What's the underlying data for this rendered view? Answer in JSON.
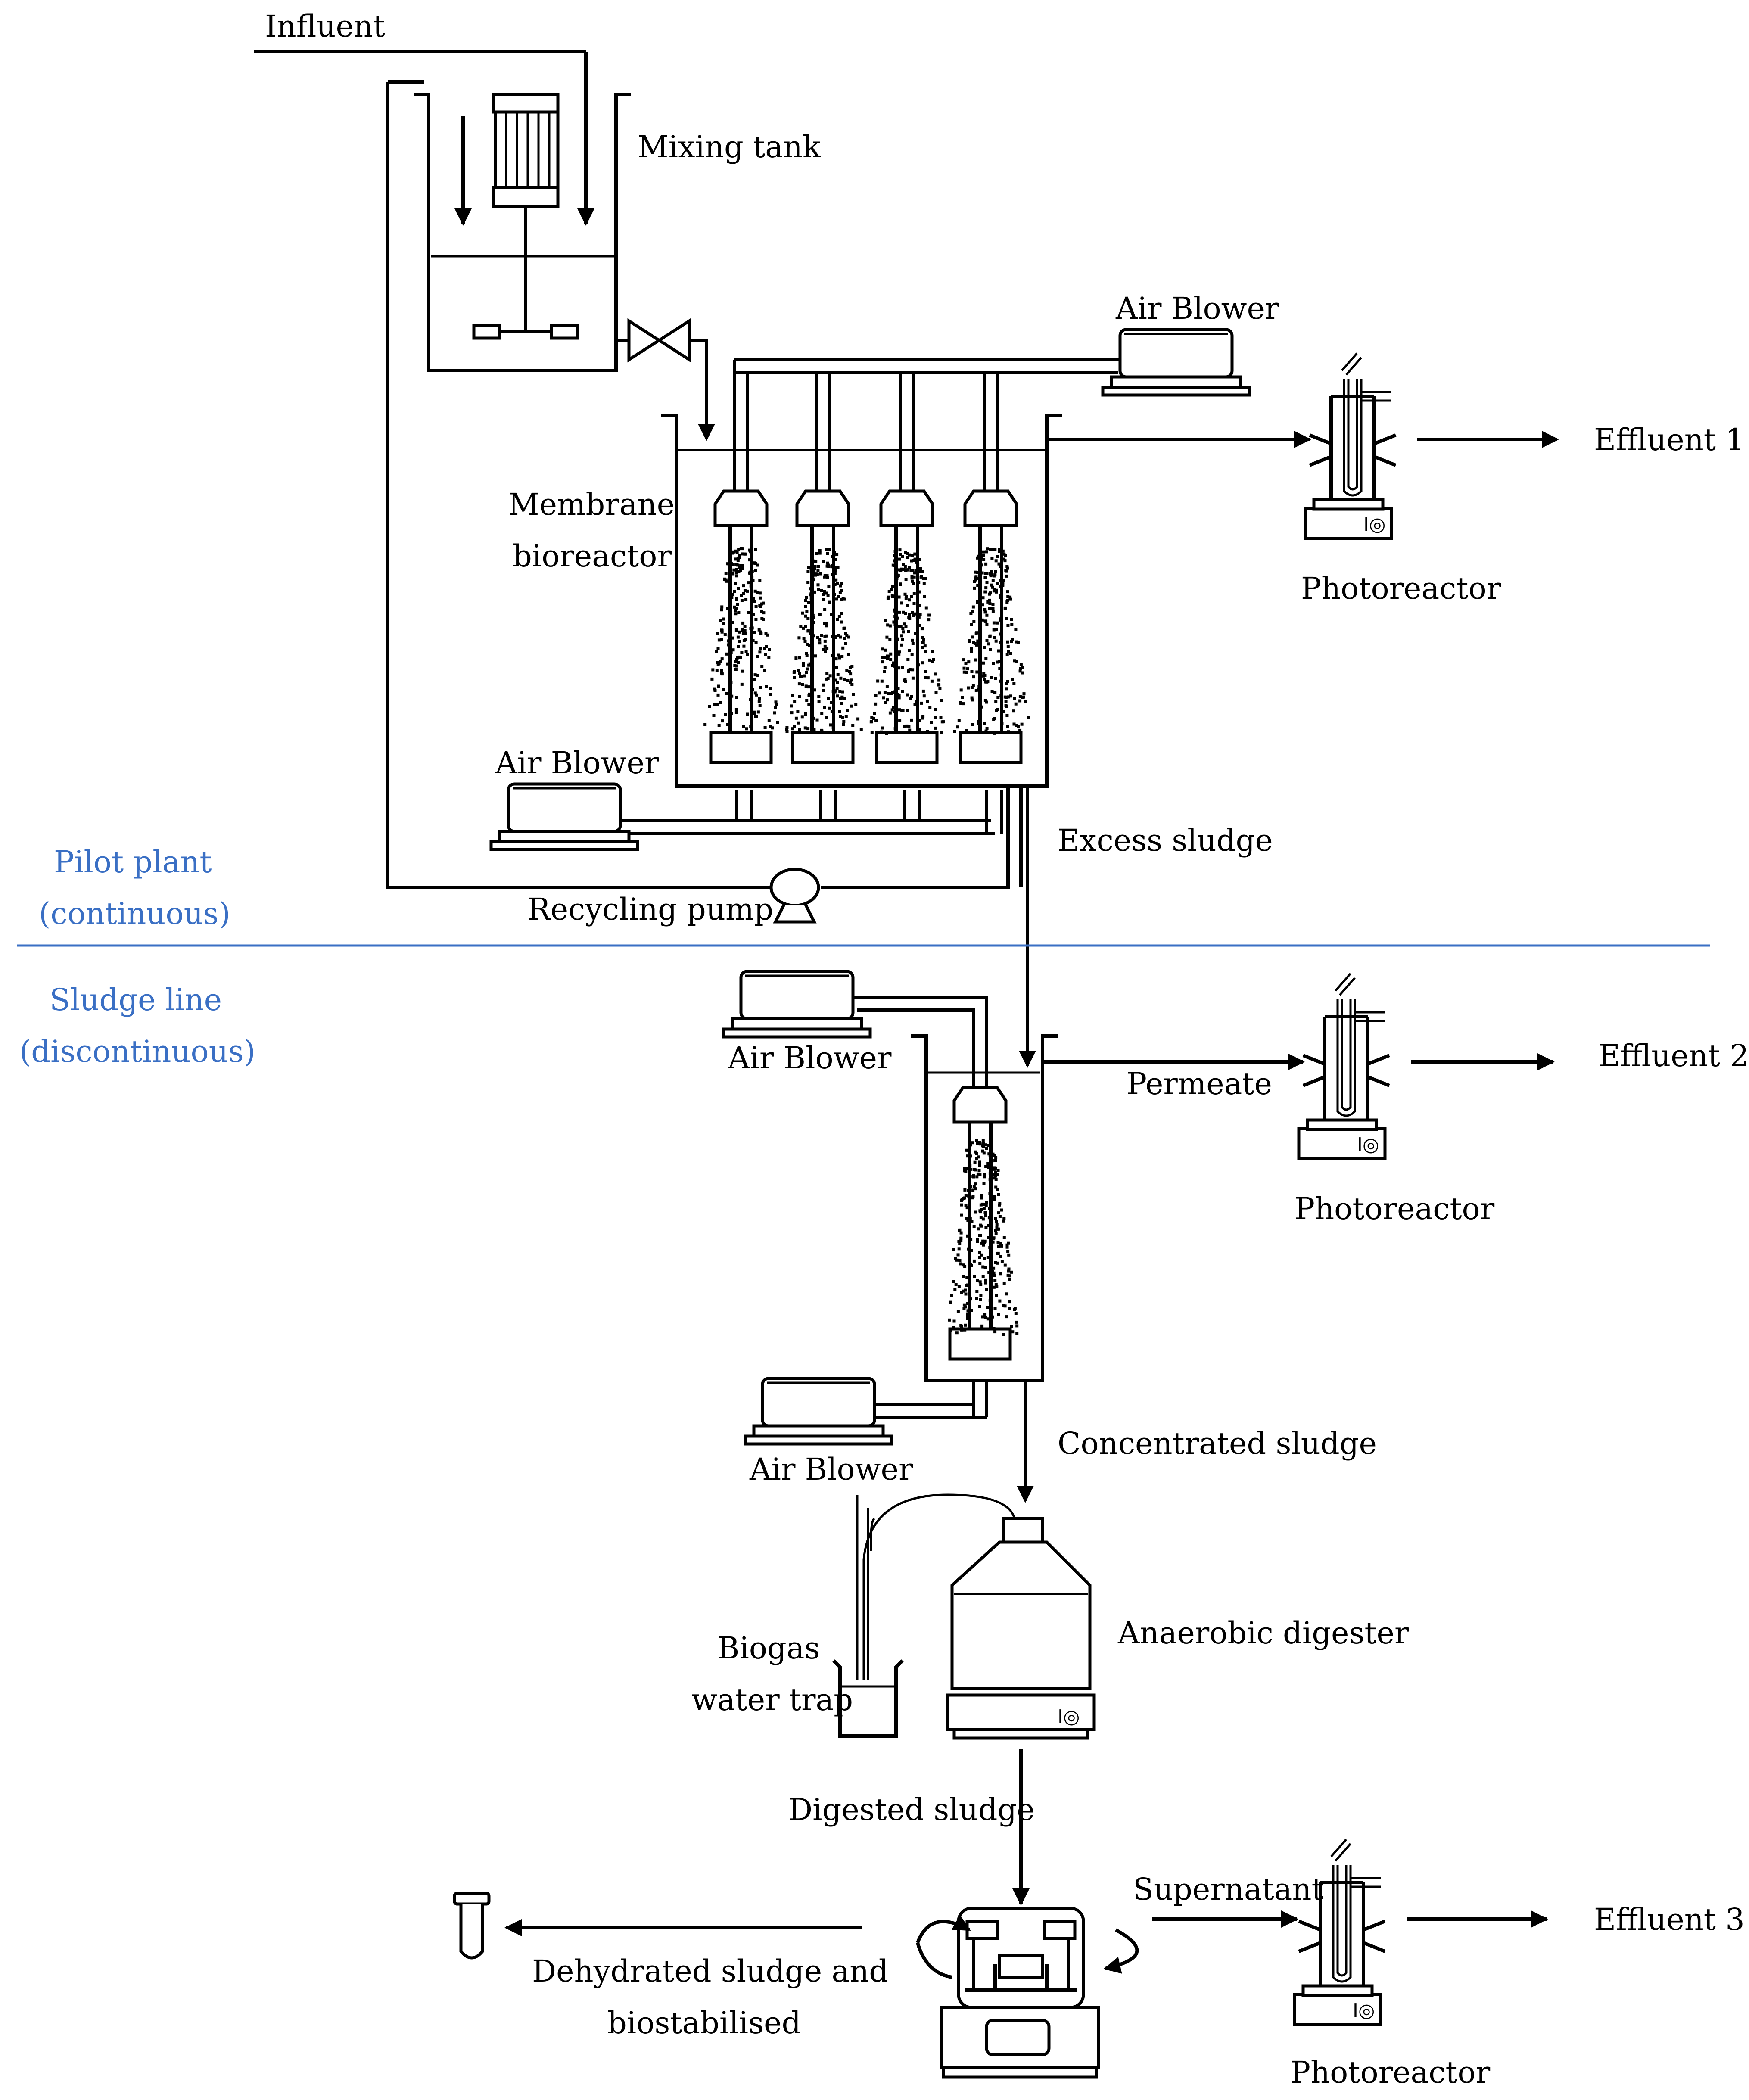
{
  "labels": {
    "influent": "Influent",
    "mixing_tank": "Mixing tank",
    "air_blower_top": "Air Blower",
    "membrane_bioreactor_1": "Membrane",
    "membrane_bioreactor_2": "bioreactor",
    "air_blower_mbr": "Air Blower",
    "photoreactor_1": "Photoreactor",
    "effluent_1": "Effluent 1",
    "excess_sludge": "Excess sludge",
    "recycling_pump": "Recycling pump",
    "pilot_plant_1": "Pilot plant",
    "pilot_plant_2": "(continuous)",
    "sludge_line_1": "Sludge line",
    "sludge_line_2": "(discontinuous)",
    "air_blower_sludge_top": "Air Blower",
    "permeate": "Permeate",
    "photoreactor_2": "Photoreactor",
    "effluent_2": "Effluent 2",
    "air_blower_sludge_bottom": "Air Blower",
    "concentrated_sludge": "Concentrated sludge",
    "anaerobic_digester": "Anaerobic digester",
    "biogas_1": "Biogas",
    "biogas_2": "water trap",
    "digested_sludge": "Digested sludge",
    "supernatant": "Supernatant",
    "photoreactor_3": "Photoreactor",
    "effluent_3": "Effluent 3",
    "dehydrated_1": "Dehydrated sludge and",
    "dehydrated_2": "biostabilised"
  },
  "colors": {
    "section_label": "#3a6fc4",
    "divider": "#3a6fc4",
    "line": "#000000"
  }
}
